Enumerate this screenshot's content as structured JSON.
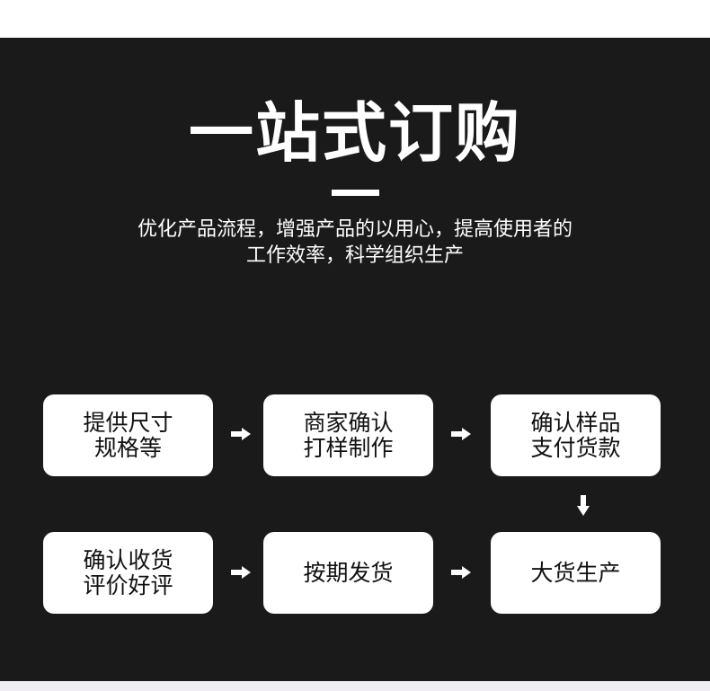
{
  "header": {
    "title": "一站式订购",
    "subtitle_lines": [
      "优化产品流程，增强产品的以用心，提高使用者的",
      "工作效率，科学组织生产"
    ]
  },
  "flow": {
    "steps": [
      {
        "order": 1,
        "lines": [
          "提供尺寸",
          "规格等"
        ]
      },
      {
        "order": 2,
        "lines": [
          "商家确认",
          "打样制作"
        ]
      },
      {
        "order": 3,
        "lines": [
          "确认样品",
          "支付货款"
        ]
      },
      {
        "order": 4,
        "lines": [
          "大货生产"
        ]
      },
      {
        "order": 5,
        "lines": [
          "按期发货"
        ]
      },
      {
        "order": 6,
        "lines": [
          "确认收货",
          "评价好评"
        ]
      }
    ],
    "arrows": [
      {
        "from": 1,
        "to": 2,
        "direction": "right",
        "icon": "arrow-right-icon"
      },
      {
        "from": 2,
        "to": 3,
        "direction": "right",
        "icon": "arrow-right-icon"
      },
      {
        "from": 3,
        "to": 4,
        "direction": "down",
        "icon": "arrow-down-icon"
      },
      {
        "from": 4,
        "to": 5,
        "direction": "left-flow (drawn pointing right)",
        "icon": "arrow-right-icon"
      },
      {
        "from": 5,
        "to": 6,
        "direction": "left-flow (drawn pointing right)",
        "icon": "arrow-right-icon"
      }
    ]
  },
  "colors": {
    "background_dark": "#1a1a1a",
    "box_fill": "#ffffff",
    "box_text": "#111111",
    "accent_text": "#ffffff",
    "bottom_strip": "#f0edf5"
  }
}
